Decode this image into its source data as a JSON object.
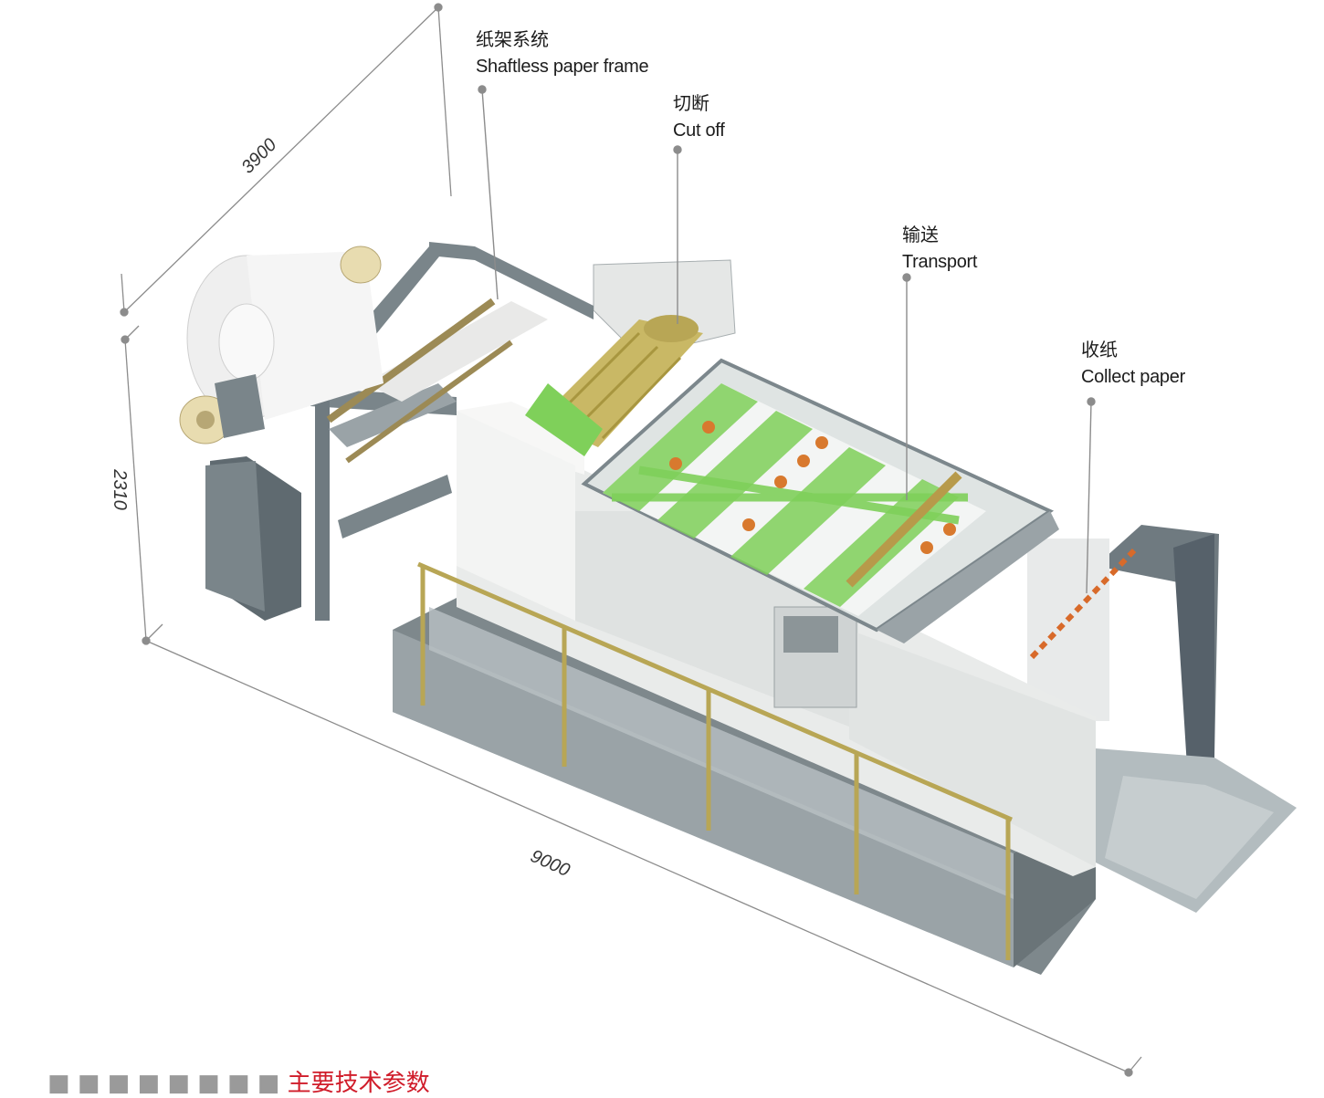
{
  "labels": {
    "frame": {
      "cn": "纸架系统",
      "en": "Shaftless paper frame"
    },
    "cut": {
      "cn": "切断",
      "en": "Cut off"
    },
    "transport": {
      "cn": "输送",
      "en": "Transport"
    },
    "collect": {
      "cn": "收纸",
      "en": "Collect paper"
    }
  },
  "dimensions": {
    "width": "3900",
    "height": "2310",
    "length": "9000"
  },
  "footer": {
    "prefix": "■ ■ ■  ■ ■ ■   ■  ■ ",
    "title": "主要技术参数"
  },
  "colors": {
    "frame": "#8a9499",
    "frame_dark": "#5f6a70",
    "panel": "#f1f2f1",
    "belt": "#7fd05a",
    "drum": "#c9b865",
    "rail": "#b8a655",
    "roll": "#f3f3f3",
    "core": "#e8dcb0"
  }
}
